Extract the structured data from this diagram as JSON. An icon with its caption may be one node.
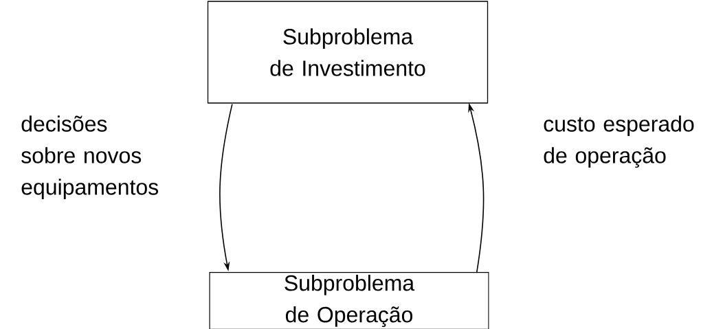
{
  "diagram": {
    "nodes": [
      {
        "text": [
          "Subproblema de Investimento"
        ]
      },
      {
        "text": [
          "Subproblema de Operação"
        ]
      }
    ],
    "edges": [
      {
        "from": 0,
        "to": 1,
        "arrow": "to",
        "label": "decisões sobre novos equipamentos"
      },
      {
        "from": 1,
        "to": 0,
        "arrow": "to",
        "label": "custo esperado de operação"
      }
    ]
  }
}
